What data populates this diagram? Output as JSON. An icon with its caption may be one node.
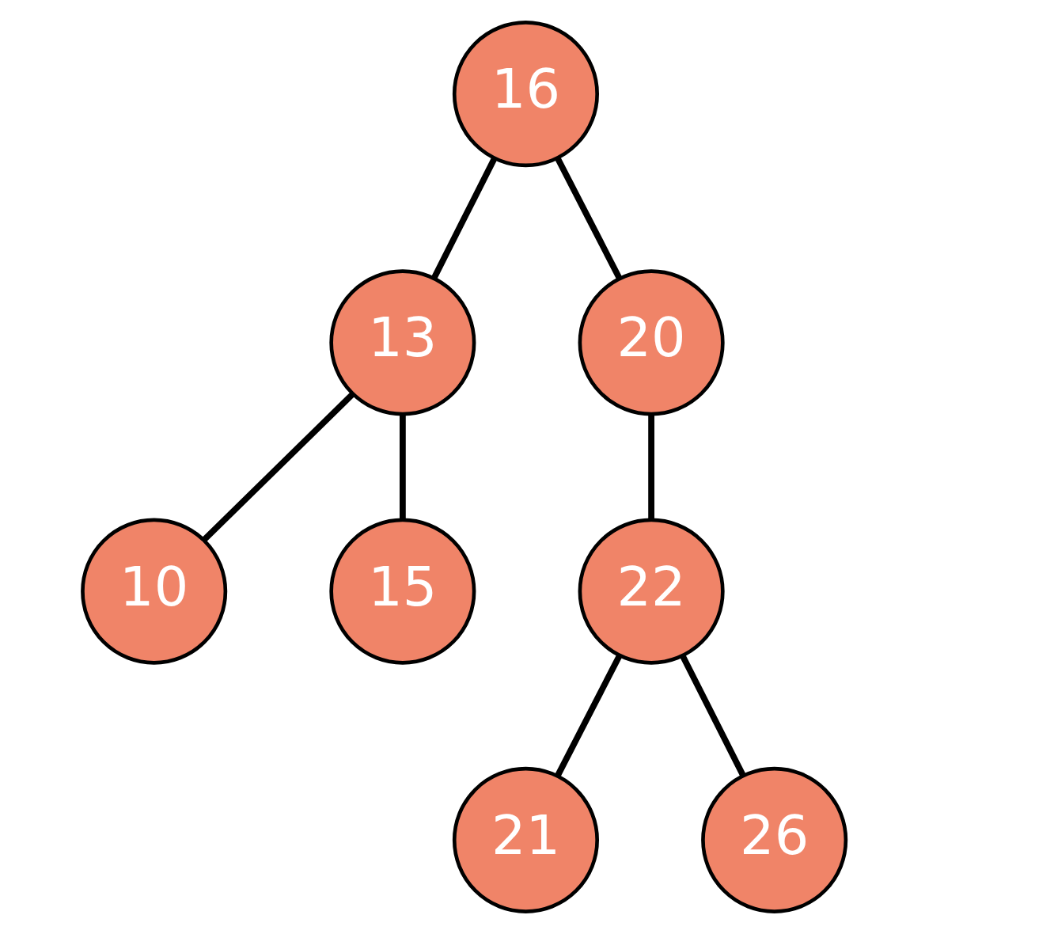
{
  "diagram": {
    "nodes": [
      {
        "text": [
          "16"
        ]
      },
      {
        "text": [
          "13"
        ]
      },
      {
        "text": [
          "20"
        ]
      },
      {
        "text": [
          "10"
        ]
      },
      {
        "text": [
          "15"
        ]
      },
      {
        "text": [
          "22"
        ]
      },
      {
        "text": [
          "21"
        ]
      },
      {
        "text": [
          "26"
        ]
      }
    ],
    "edges": [
      {
        "from": 0,
        "to": 1,
        "arrow": "none"
      },
      {
        "from": 0,
        "to": 2,
        "arrow": "none"
      },
      {
        "from": 1,
        "to": 3,
        "arrow": "none"
      },
      {
        "from": 1,
        "to": 4,
        "arrow": "none"
      },
      {
        "from": 2,
        "to": 5,
        "arrow": "none"
      },
      {
        "from": 5,
        "to": 6,
        "arrow": "none"
      },
      {
        "from": 5,
        "to": 7,
        "arrow": "none"
      }
    ]
  }
}
